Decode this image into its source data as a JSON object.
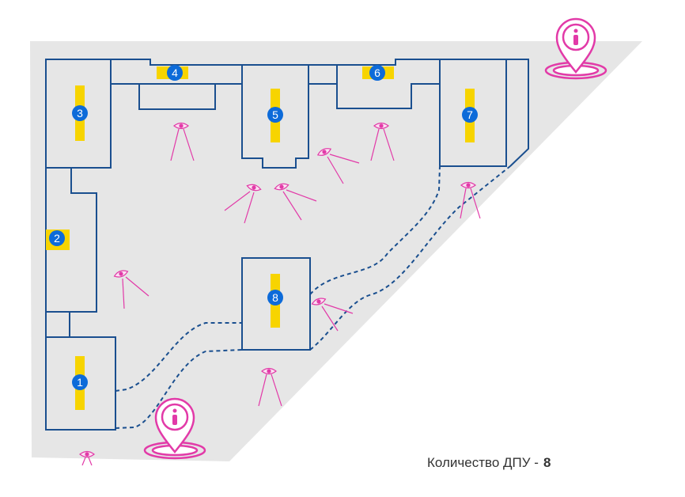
{
  "colors": {
    "area_fill": "#e6e6e6",
    "wall": "#1a4f8f",
    "marker_blue": "#0d6bd9",
    "screen_yellow": "#f7d400",
    "camera_pink": "#e23aa8",
    "path_dash": "#1a4f8f"
  },
  "units": [
    {
      "number": "1"
    },
    {
      "number": "2"
    },
    {
      "number": "3"
    },
    {
      "number": "4"
    },
    {
      "number": "5"
    },
    {
      "number": "6"
    },
    {
      "number": "7"
    },
    {
      "number": "8"
    }
  ],
  "icons": {
    "camera": "eye-icon",
    "info_pin": "info-location-pin-icon"
  },
  "caption": {
    "label": "Количество ДПУ -",
    "value": "8"
  }
}
